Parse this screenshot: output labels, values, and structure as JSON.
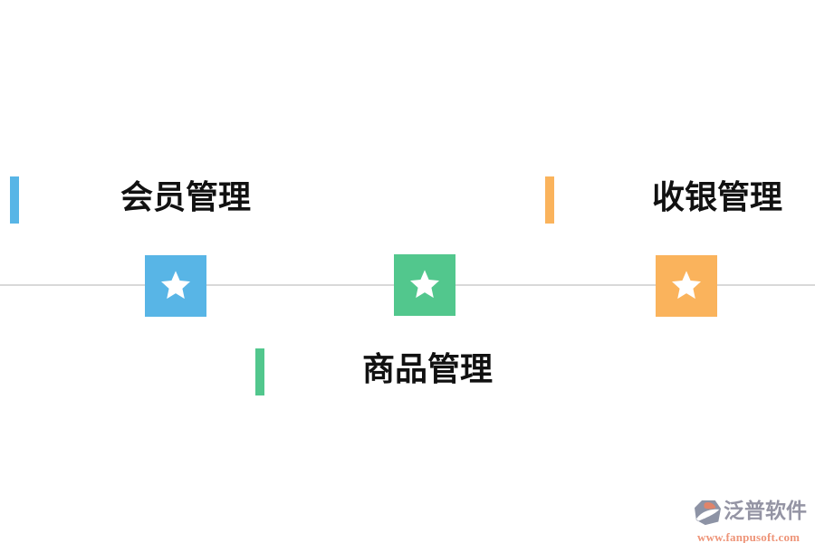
{
  "page": {
    "background": "#ffffff"
  },
  "divider": {
    "color": "#d9d9d9"
  },
  "features": [
    {
      "label": "会员管理",
      "color": "#58b5e6",
      "icon": "star-icon",
      "label_position": "top-left"
    },
    {
      "label": "商品管理",
      "color": "#52c78d",
      "icon": "star-icon",
      "label_position": "bottom-center"
    },
    {
      "label": "收银管理",
      "color": "#fab35c",
      "icon": "star-icon",
      "label_position": "top-right"
    }
  ],
  "label_text_color": "#111111",
  "watermark": {
    "brand": "泛普软件",
    "url": "www.fanpusoft.com",
    "brand_color": "#9494a4",
    "url_color": "#ee9478",
    "logo_gray": "#8d93a5",
    "logo_accent": "#e0846a"
  }
}
